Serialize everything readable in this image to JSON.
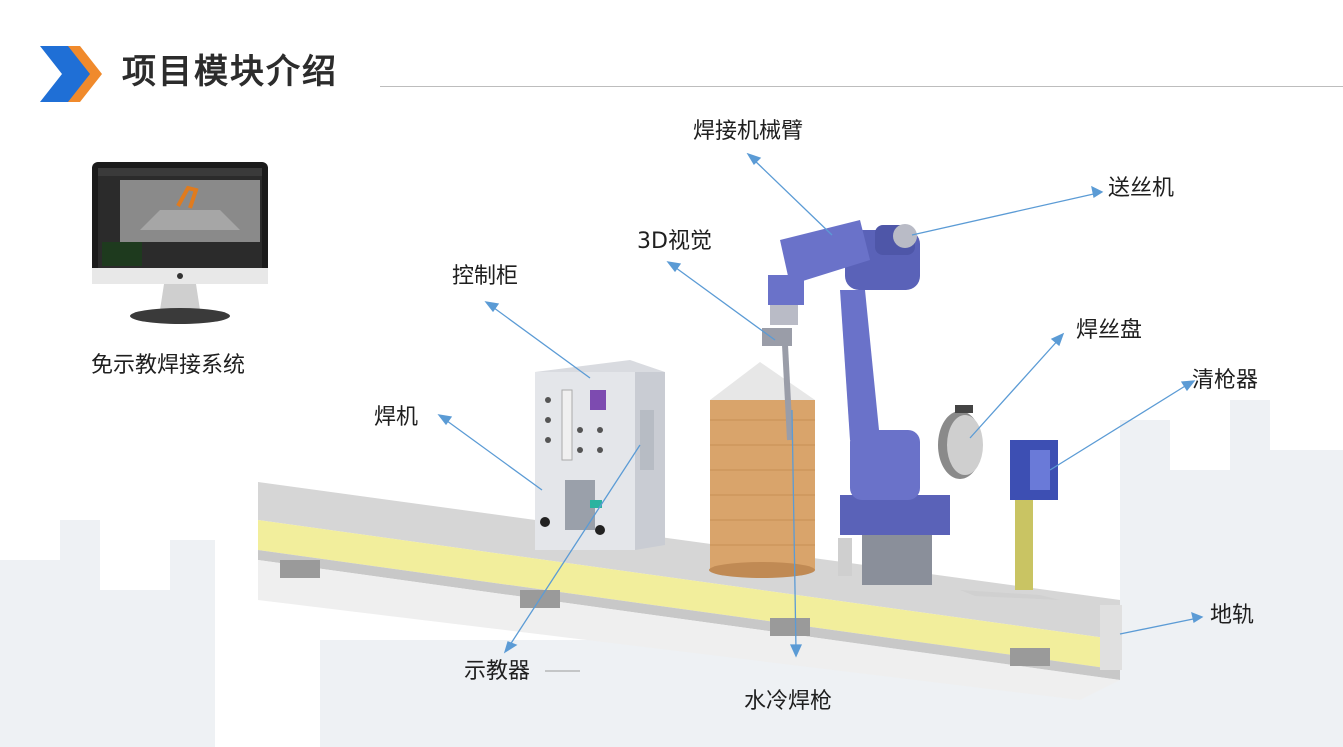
{
  "header": {
    "title": "项目模块介绍"
  },
  "monitor": {
    "caption": "免示教焊接系统"
  },
  "labels": {
    "arm": "焊接机械臂",
    "wire_feeder": "送丝机",
    "vision": "3D视觉",
    "cabinet": "控制柜",
    "wire_spool": "焊丝盘",
    "gun_cleaner": "清枪器",
    "welder": "焊机",
    "rail": "地轨",
    "pendant": "示教器",
    "torch": "水冷焊枪"
  },
  "colors": {
    "accent_blue": "#1f6fd6",
    "accent_orange": "#f08a2c",
    "leader_line": "#5b9bd5",
    "rail_yellow": "#f2ee9c",
    "robot_blue": "#6a72c9"
  }
}
